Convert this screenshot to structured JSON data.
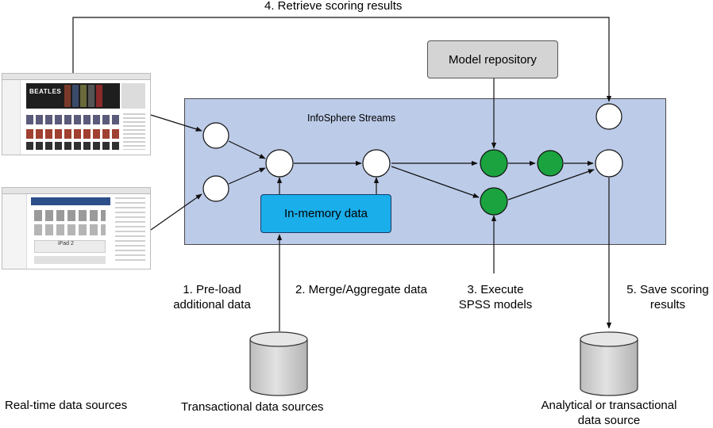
{
  "title": "4. Retrieve scoring results",
  "streams": {
    "title": "InfoSphere Streams"
  },
  "model_repository": "Model repository",
  "in_memory": "In-memory data",
  "steps": {
    "preload_line1": "1. Pre-load",
    "preload_line2": "additional data",
    "merge": "2. Merge/Aggregate data",
    "execute_line1": "3. Execute",
    "execute_line2": "SPSS models",
    "save_line1": "5. Save scoring",
    "save_line2": "results"
  },
  "sources": {
    "realtime": "Real-time data sources",
    "transactional": "Transactional data sources",
    "analytical_line1": "Analytical or transactional",
    "analytical_line2": "data source"
  },
  "screenshots": {
    "top_banner": "BEATLES",
    "bottom_banner": "iPad 2"
  },
  "colors": {
    "streams_bg": "#bccbe8",
    "operator_white": "#ffffff",
    "operator_green": "#1aa33f",
    "in_memory_blue": "#1aaeea",
    "repository_gray": "#d4d4d4",
    "database_gray": "#cfcfcf"
  }
}
